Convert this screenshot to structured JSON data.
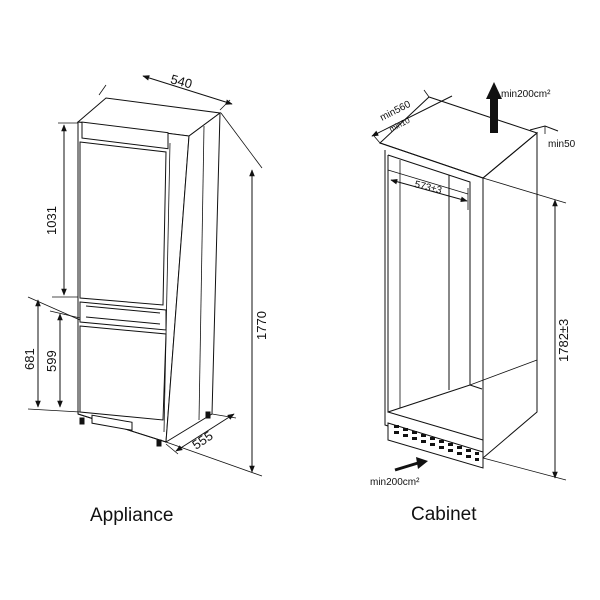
{
  "appliance": {
    "caption": "Appliance",
    "dims": {
      "width": "540",
      "upper_height": "1031",
      "total_height": "1770",
      "lower_outer": "681",
      "lower_inner": "599",
      "depth": "555"
    }
  },
  "cabinet": {
    "caption": "Cabinet",
    "dims": {
      "depth_min": "min560",
      "top_gap": "min10",
      "vent_top": "min200cm²",
      "side_gap": "min50",
      "inner_width": "573±3",
      "height": "1782±3",
      "vent_bottom": "min200cm²"
    }
  },
  "colors": {
    "line": "#111111",
    "background": "#ffffff"
  }
}
